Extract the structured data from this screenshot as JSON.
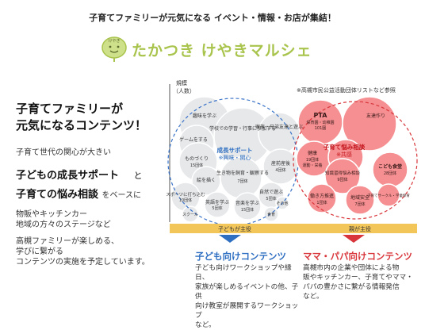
{
  "header": {
    "tagline": "子育てファミリーが元気になる イベント・情報・お店が集結！"
  },
  "logo": {
    "name": "たかつき けやきマルシェ",
    "mark_text": "けやき"
  },
  "left": {
    "lead_line1": "子育てファミリーが",
    "lead_line2": "元気になるコンテンツ！",
    "subtitle": "子育て世代の関心が大きい",
    "highlight1": "子どもの成長サポート",
    "highlight_and": "と",
    "highlight2": "子育ての悩み相談",
    "highlight_suffix": "をベースに",
    "stage_line1": "物販やキッチンカー",
    "stage_line2": "地域の方々のステージなど",
    "plan_line1": "高槻ファミリーが楽しめる、",
    "plan_line2": "学びに繋がる",
    "plan_line3": "コンテンツの実施を予定しています。"
  },
  "diagram": {
    "y_label_1": "規模",
    "y_label_2": "（人数）",
    "source_note": "※高槻市民公益活動団体リストなど参照",
    "blue_group": {
      "title": "成長サポート",
      "subtitle": "※興味・関心"
    },
    "red_group": {
      "title": "子育て悩み相談",
      "subtitle": "※共感"
    },
    "blue_bubbles": [
      {
        "name": "趣味を学ぶ"
      },
      {
        "name": "学校での学習・行事に参加する"
      },
      {
        "name": "家族・兄弟友達と遊ぶ"
      },
      {
        "name": "ゲームをする"
      },
      {
        "name": "ものづくり",
        "count": "15団体"
      },
      {
        "name": "生き物を飼育・観察する",
        "count": "7団体"
      },
      {
        "name": "産前産後",
        "count": "4団体"
      },
      {
        "name": "絵を描く"
      },
      {
        "name": "スポーツに打ち込む",
        "count": "10団体"
      },
      {
        "name": "英語を学ぶ",
        "count": "5団体"
      },
      {
        "name": "音楽を学ぶ",
        "count": "15団体"
      },
      {
        "name": "自然で遊ぶ",
        "count": "5団体"
      },
      {
        "name": "スクール"
      },
      {
        "name": "食育"
      },
      {
        "name": "その他"
      }
    ],
    "red_bubbles": [
      {
        "name": "PTA",
        "sub": "保育園・幼稚園",
        "count": "101園"
      },
      {
        "name": "友達作り"
      },
      {
        "name": "健康",
        "count": "19団体"
      },
      {
        "name": "運動・栄養"
      },
      {
        "name": "知識習得悩み相談",
        "count": "9団体"
      },
      {
        "name": "こども食堂",
        "count": "28団体"
      },
      {
        "name": "働き方推進",
        "count": "1団体"
      },
      {
        "name": "地域安全",
        "count": "7団体"
      },
      {
        "name": "子育てサークル・学童保育"
      }
    ],
    "bar_left": "子どもが主役",
    "bar_right": "親が主役"
  },
  "bottom": {
    "kids_title": "子ども向けコンテンツ",
    "kids_desc_1": "子ども向けワークショップや縁日、",
    "kids_desc_2": "家族が楽しめるイベントの他、子供",
    "kids_desc_3": "向け教室が展開するワークショップ",
    "kids_desc_4": "など。",
    "parents_title": "ママ・パパ向けコンテンツ",
    "parents_desc_1": "高槻市内の企業や団体による物",
    "parents_desc_2": "販やキッチンカー、子育てやママ・",
    "parents_desc_3": "パパの豊かさに繋がる情報発信",
    "parents_desc_4": "など。"
  },
  "colors": {
    "logo_green": "#a9c44d",
    "blue_accent": "#2f6fc2",
    "red_accent": "#d8363b",
    "bubble_gray": "#e6e8ea",
    "bubble_red": "#f58f91",
    "bar_yellow": "#f3c65a"
  }
}
